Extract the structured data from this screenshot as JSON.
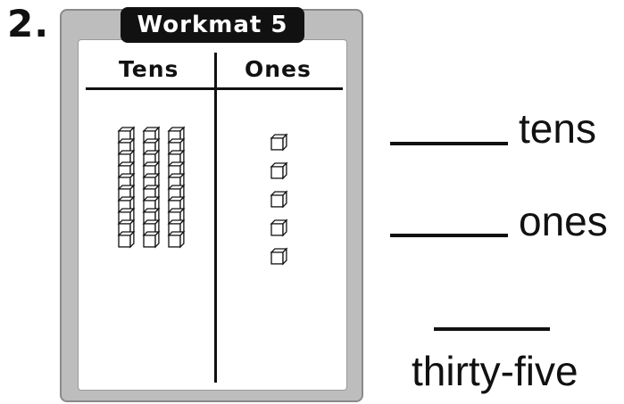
{
  "problem_number": "2.",
  "workmat": {
    "title": "Workmat 5",
    "tens_header": "Tens",
    "ones_header": "Ones",
    "tens_rods": 3,
    "cubes_per_rod": 10,
    "ones_cubes": 5
  },
  "answers": {
    "tens_label": "tens",
    "ones_label": "ones",
    "number_word": "thirty-five"
  },
  "colors": {
    "frame": "#bdbdbd",
    "ink": "#111111"
  }
}
